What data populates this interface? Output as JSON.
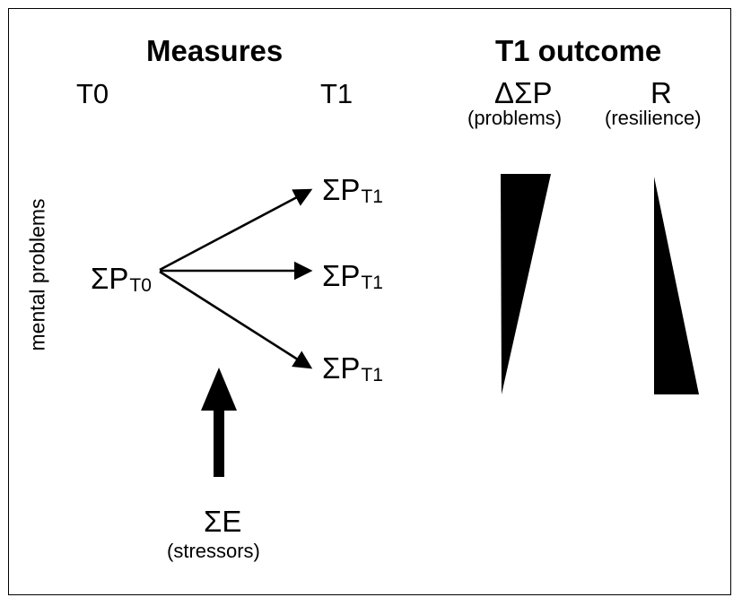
{
  "headings": {
    "measures": "Measures",
    "outcome": "T1 outcome"
  },
  "timepoints": {
    "t0": "T0",
    "t1": "T1"
  },
  "outcomes": {
    "delta": {
      "symbol": "ΔΣP",
      "caption": "(problems)"
    },
    "resilience": {
      "symbol": "R",
      "caption": "(resilience)"
    }
  },
  "left_axis_label": "mental problems",
  "nodes": {
    "p_t0": {
      "base": "ΣP",
      "sub": "T0"
    },
    "p_t1_top": {
      "base": "ΣP",
      "sub": "T1"
    },
    "p_t1_mid": {
      "base": "ΣP",
      "sub": "T1"
    },
    "p_t1_bottom": {
      "base": "ΣP",
      "sub": "T1"
    }
  },
  "stressors": {
    "symbol": "ΣE",
    "caption": "(stressors)"
  },
  "colors": {
    "ink": "#000000",
    "background": "#ffffff"
  }
}
